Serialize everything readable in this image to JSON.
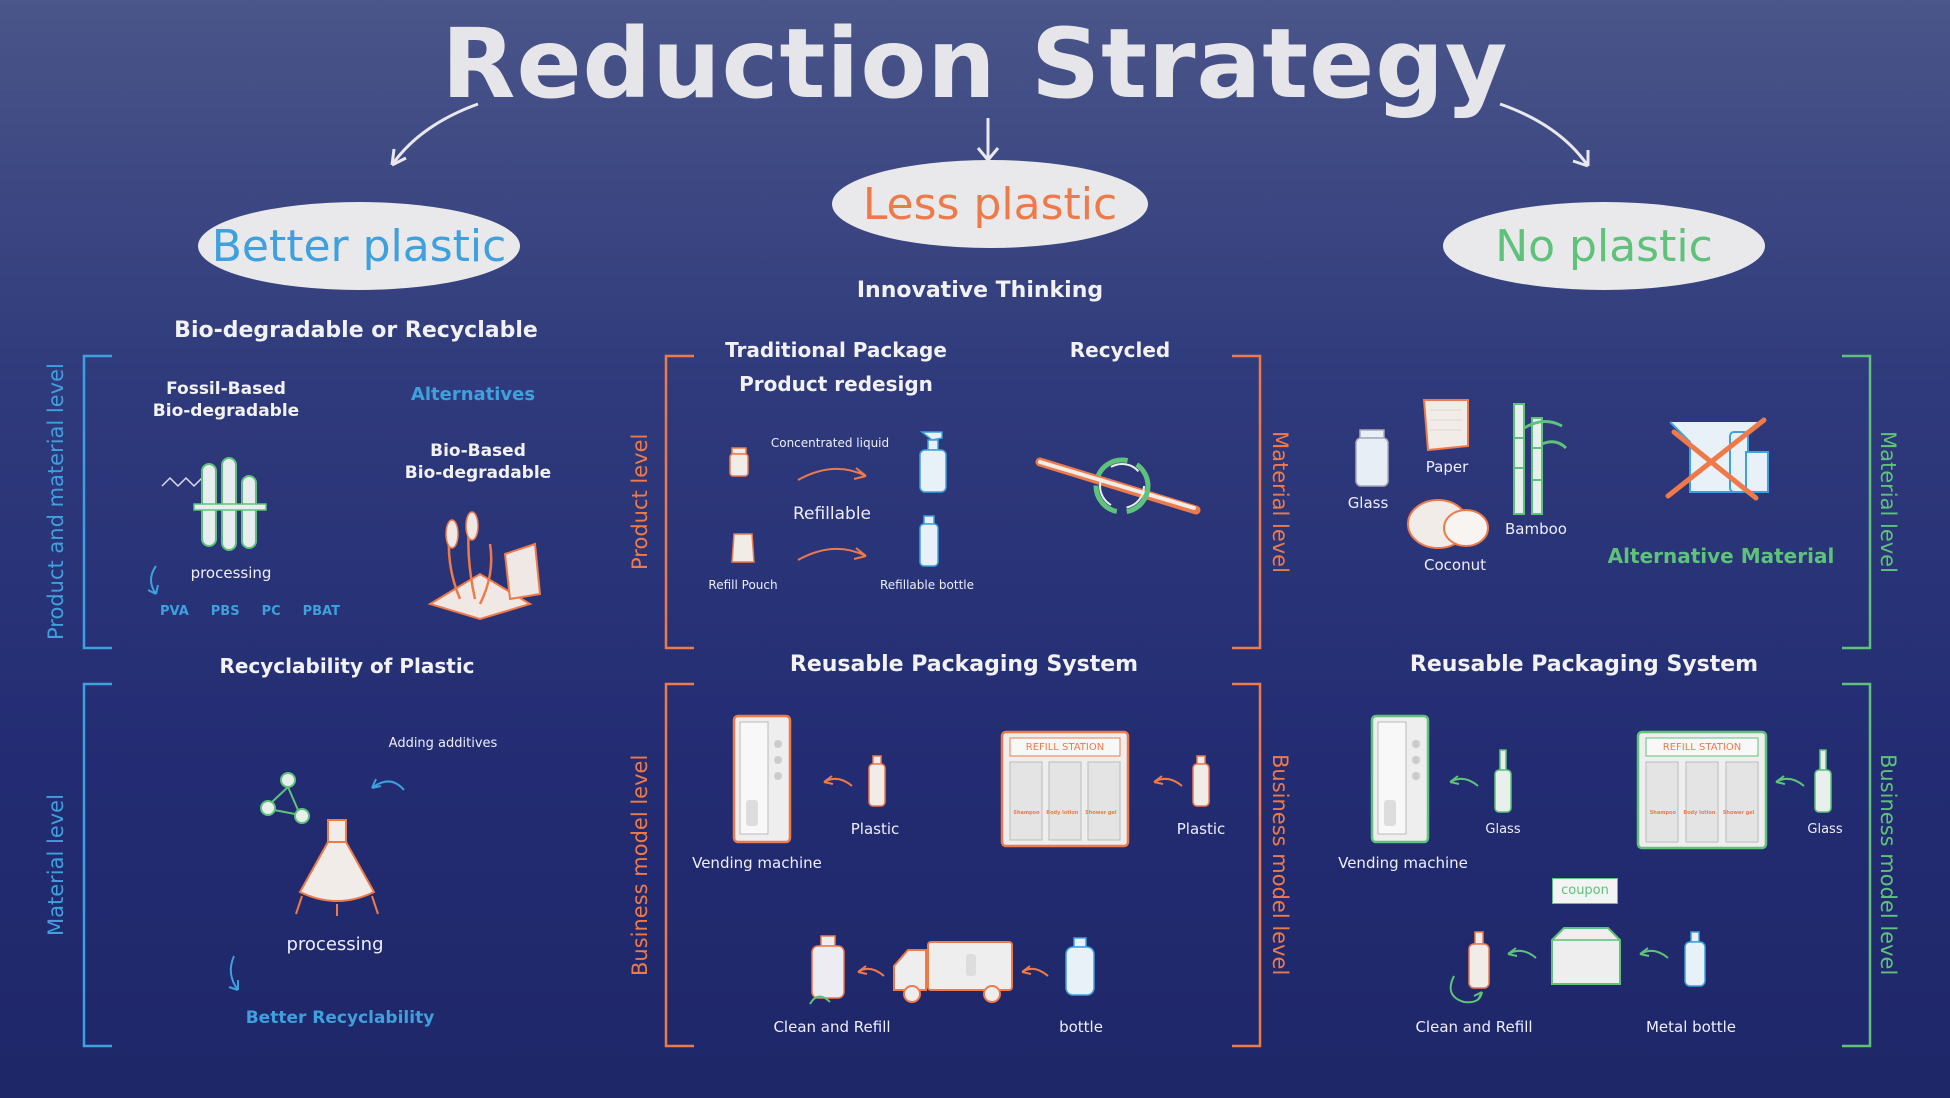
{
  "title": "Reduction Strategy",
  "colors": {
    "better": "#3ea0dd",
    "less": "#ee7a4a",
    "no": "#5ec27a",
    "bg": "#2a3478"
  },
  "clouds": {
    "better": "Better plastic",
    "less": "Less plastic",
    "no": "No plastic"
  },
  "better": {
    "heading": "Bio-degradable or Recyclable",
    "fossil": "Fossil-Based\nBio-degradable",
    "alternatives": "Alternatives",
    "bio_based": "Bio-Based\nBio-degradable",
    "processing": "processing",
    "polymers": [
      "PVA",
      "PBS",
      "PC",
      "PBAT"
    ],
    "recyclability_heading": "Recyclability of Plastic",
    "adding_additives": "Adding additives",
    "processing2": "processing",
    "better_recyclability": "Better Recyclability",
    "side_top": "Product and material level",
    "side_bottom": "Material level"
  },
  "less": {
    "innovative": "Innovative Thinking",
    "traditional": "Traditional Package",
    "redesign": "Product redesign",
    "recycled": "Recycled",
    "concentrated": "Concentrated liquid",
    "refillable": "Refillable",
    "refill_pouch": "Refill Pouch",
    "refillable_bottle": "Refillable bottle",
    "reusable_heading": "Reusable Packaging System",
    "plastic1": "Plastic",
    "plastic2": "Plastic",
    "vending": "Vending machine",
    "refill_station": "REFILL STATION",
    "station_labels": [
      "Shampoo",
      "Body lotion",
      "Shower gel"
    ],
    "clean_refill": "Clean and Refill",
    "bottle": "bottle",
    "side_left_top": "Product level",
    "side_right_top": "Material level",
    "side_left_bottom": "Business model level",
    "side_right_bottom": "Business model level"
  },
  "no": {
    "glass": "Glass",
    "paper": "Paper",
    "bamboo": "Bamboo",
    "coconut": "Coconut",
    "alt_material": "Alternative Material",
    "reusable_heading": "Reusable Packaging System",
    "vending": "Vending machine",
    "glass1": "Glass",
    "glass2": "Glass",
    "refill_station": "REFILL STATION",
    "station_labels": [
      "Shampoo",
      "Body lotion",
      "Shower gel"
    ],
    "coupon": "coupon",
    "clean_refill": "Clean and Refill",
    "metal_bottle": "Metal bottle",
    "side_top": "Material level",
    "side_bottom": "Business model level"
  }
}
